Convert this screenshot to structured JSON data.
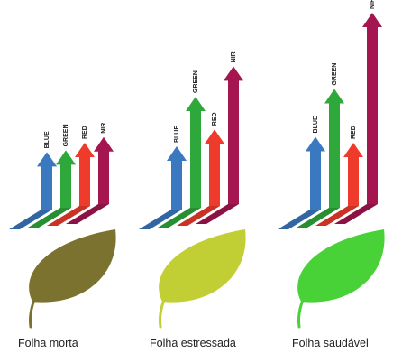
{
  "panels": [
    {
      "id": "dead",
      "caption": "Folha morta",
      "leaf_color": "#7c7230",
      "bands": [
        {
          "label": "BLUE",
          "color": "#3a78c0",
          "reflectance": 0.3
        },
        {
          "label": "GREEN",
          "color": "#2ea83a",
          "reflectance": 0.3
        },
        {
          "label": "RED",
          "color": "#ee3b2b",
          "reflectance": 0.33
        },
        {
          "label": "NIR",
          "color": "#a5154f",
          "reflectance": 0.35
        }
      ]
    },
    {
      "id": "stressed",
      "caption": "Folha estressada",
      "leaf_color": "#c2cf34",
      "bands": [
        {
          "label": "BLUE",
          "color": "#3a78c0",
          "reflectance": 0.33
        },
        {
          "label": "GREEN",
          "color": "#2ea83a",
          "reflectance": 0.58
        },
        {
          "label": "RED",
          "color": "#ee3b2b",
          "reflectance": 0.4
        },
        {
          "label": "NIR",
          "color": "#a5154f",
          "reflectance": 0.72
        }
      ]
    },
    {
      "id": "healthy",
      "caption": "Folha saudável",
      "leaf_color": "#49d138",
      "bands": [
        {
          "label": "BLUE",
          "color": "#3a78c0",
          "reflectance": 0.38
        },
        {
          "label": "GREEN",
          "color": "#2ea83a",
          "reflectance": 0.62
        },
        {
          "label": "RED",
          "color": "#ee3b2b",
          "reflectance": 0.33
        },
        {
          "label": "NIR",
          "color": "#a5154f",
          "reflectance": 1.0
        }
      ]
    }
  ]
}
